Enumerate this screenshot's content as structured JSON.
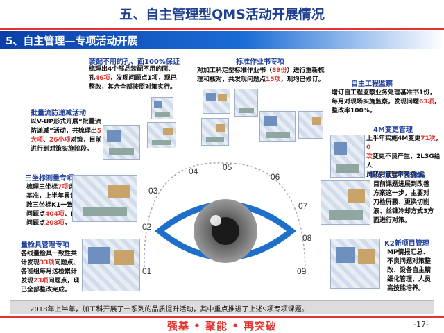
{
  "header": {
    "title": "五、自主管理型QMS活动开展情况",
    "section": "5、自主管理—专项活动开展"
  },
  "projects": [
    {
      "num": "01",
      "title": "量检具管理专项",
      "lines": [
        [
          {
            "t": "各线量检具一致性共"
          }
        ],
        [
          {
            "t": "计发现"
          },
          {
            "t": "33项",
            "r": true
          },
          {
            "t": "问题点、"
          }
        ],
        [
          {
            "t": "各班组每月送检累计"
          }
        ],
        [
          {
            "t": "发现"
          },
          {
            "t": "23项",
            "r": true
          },
          {
            "t": "问题点，现"
          }
        ],
        [
          {
            "t": "已全部整改完成。"
          }
        ]
      ]
    },
    {
      "num": "02",
      "title": "三坐标测量专项",
      "lines": [
        [
          {
            "t": "梳理三坐标"
          },
          {
            "t": "7项",
            "r": true
          },
          {
            "t": "运行"
          }
        ],
        [
          {
            "t": "基准，上半年累计整"
          }
        ],
        [
          {
            "t": "改三坐标K1一致性"
          }
        ],
        [
          {
            "t": "问题点"
          },
          {
            "t": "404项",
            "r": true
          },
          {
            "t": "、K2"
          }
        ],
        [
          {
            "t": "问题点"
          },
          {
            "t": "208项",
            "r": true
          },
          {
            "t": "。"
          }
        ]
      ]
    },
    {
      "num": "03",
      "title": "批量流防递减活动",
      "lines": [
        [
          {
            "t": "以V-UP形式开展“批量流"
          }
        ],
        [
          {
            "t": "防递减”活动，共梳理出"
          },
          {
            "t": "5",
            "r": true
          }
        ],
        [
          {
            "t": "大项",
            "r": true
          },
          {
            "t": "、"
          },
          {
            "t": "26小项",
            "r": true
          },
          {
            "t": "对策，目前"
          }
        ],
        [
          {
            "t": "进行到对策实施阶段。"
          }
        ]
      ]
    },
    {
      "num": "04",
      "title": "装配不用的孔、面100%保证",
      "lines": [
        [
          {
            "t": "梳理出4个部品装配不用的面、"
          }
        ],
        [
          {
            "t": "孔"
          },
          {
            "t": "46项",
            "r": true
          },
          {
            "t": "，发现问题点1项，现已"
          }
        ],
        [
          {
            "t": "整改，其余全部按照对策实行。"
          }
        ]
      ]
    },
    {
      "num": "05",
      "title": "标准作业书专项",
      "lines": [
        [
          {
            "t": "对加工科定型标准作业书（"
          },
          {
            "t": "89份",
            "r": true
          },
          {
            "t": "）进行重新梳"
          }
        ],
        [
          {
            "t": "理和核对，共发现问题点"
          },
          {
            "t": "15项",
            "r": true
          },
          {
            "t": "，现均已修订。"
          }
        ]
      ]
    },
    {
      "num": "06",
      "title": "自主工程监察",
      "lines": [
        [
          {
            "t": "增订自工程监察业务处理基准书1份，"
          }
        ],
        [
          {
            "t": "每月对现场实施监察，发现问题"
          },
          {
            "t": "63项",
            "r": true
          },
          {
            "t": "，"
          }
        ],
        [
          {
            "t": "整改率100%。"
          }
        ]
      ]
    },
    {
      "num": "07",
      "title": "4M变更管理",
      "lines": [
        [
          {
            "t": "上半年实施4M变更"
          },
          {
            "t": "71次",
            "r": true
          },
          {
            "t": "，"
          },
          {
            "t": "0",
            "r": true
          }
        ],
        [
          {
            "t": "次",
            "r": true
          },
          {
            "t": "变更不良产生，2L3G给人"
          }
        ],
        [
          {
            "t": "员变更管理带来挑战。"
          }
        ]
      ]
    },
    {
      "num": "08",
      "title": "偶发加工不良递减",
      "lines": [
        [
          {
            "t": "目前课题进展到改善"
          }
        ],
        [
          {
            "t": "方案这一步，主要对"
          }
        ],
        [
          {
            "t": "刀检屏蔽、更换切削"
          }
        ],
        [
          {
            "t": "液、丝锥冷却方式3方"
          }
        ],
        [
          {
            "t": "面进行对策。"
          }
        ]
      ]
    },
    {
      "num": "09",
      "title": "K2新项目管理",
      "lines": [
        [
          {
            "t": "MP情报汇总、"
          }
        ],
        [
          {
            "t": "不良问题对策整"
          }
        ],
        [
          {
            "t": "改、设备自主精"
          }
        ],
        [
          {
            "t": "细化管理、人员"
          }
        ],
        [
          {
            "t": "高技能培养。"
          }
        ]
      ]
    }
  ],
  "summary": "2018年上半年，加工科开展了一系列的品质提升活动，其中重点推进了上述9项专项课题。",
  "slogan": "强基 • 聚能 • 再突破",
  "page_number": "-17-",
  "colors": {
    "title_blue": "#1f3f8f",
    "accent_red": "#e3342f",
    "bar_blue": "#0b3fa8"
  }
}
